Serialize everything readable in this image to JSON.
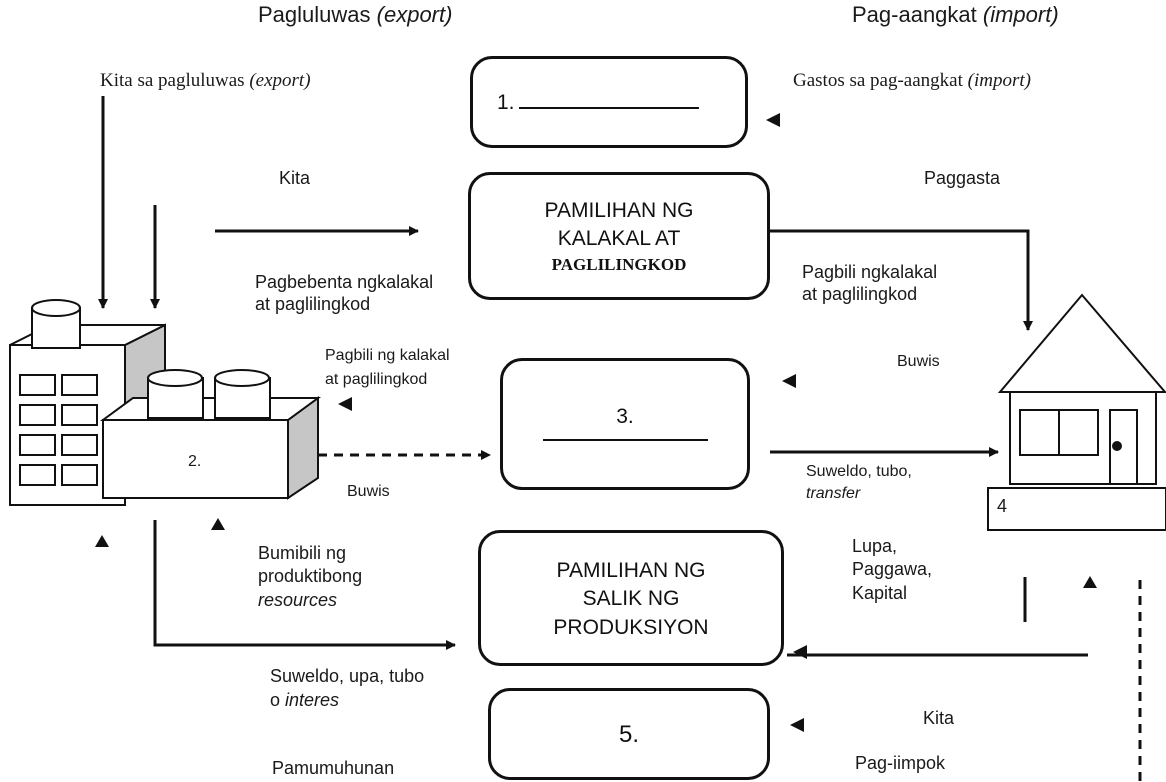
{
  "header": {
    "export_title": "Pagluluwas",
    "export_term": "(export)",
    "import_title": "Pag-aangkat",
    "import_term": "(import)"
  },
  "labels": {
    "export_income": "Kita sa pagluluwas",
    "export_income_term": "(export)",
    "import_expense": "Gastos sa pag-aangkat",
    "import_expense_term": "(import)",
    "kita_top": "Kita",
    "paggasta": "Paggasta",
    "pagbebenta_1": "Pagbebenta ngkalakal",
    "pagbebenta_2": "at paglilingkod",
    "pagbili_right_1": "Pagbili ngkalakal",
    "pagbili_right_2": "at paglilingkod",
    "pagbili_left_1": "Pagbili ng kalakal",
    "pagbili_left_2": "at paglilingkod",
    "buwis_right": "Buwis",
    "buwis_left": "Buwis",
    "suweldo_right_1": "Suweldo, tubo,",
    "suweldo_right_2": "transfer",
    "bumibili_1": "Bumibili ng",
    "bumibili_2": "produktibong",
    "bumibili_3": "resources",
    "lupa_1": "Lupa,",
    "lupa_2": "Paggawa,",
    "lupa_3": "Kapital",
    "suweldo_left_1": "Suweldo, upa, tubo",
    "suweldo_left_2": "o",
    "suweldo_left_term": "interes",
    "kita_bottom": "Kita",
    "pamumuhunan": "Pamumuhunan",
    "pag_iimpok": "Pag-iimpok"
  },
  "boxes": {
    "box1": "1.",
    "market_goods_1": "PAMILIHAN NG",
    "market_goods_2": "KALAKAL AT",
    "market_goods_3": "PAGLILINGKOD",
    "box3": "3.",
    "factor_market_1": "PAMILIHAN NG",
    "factor_market_2": "SALIK NG",
    "factor_market_3": "PRODUKSIYON",
    "box5": "5."
  },
  "buildings": {
    "firm_number": "2.",
    "household_number": "4"
  }
}
